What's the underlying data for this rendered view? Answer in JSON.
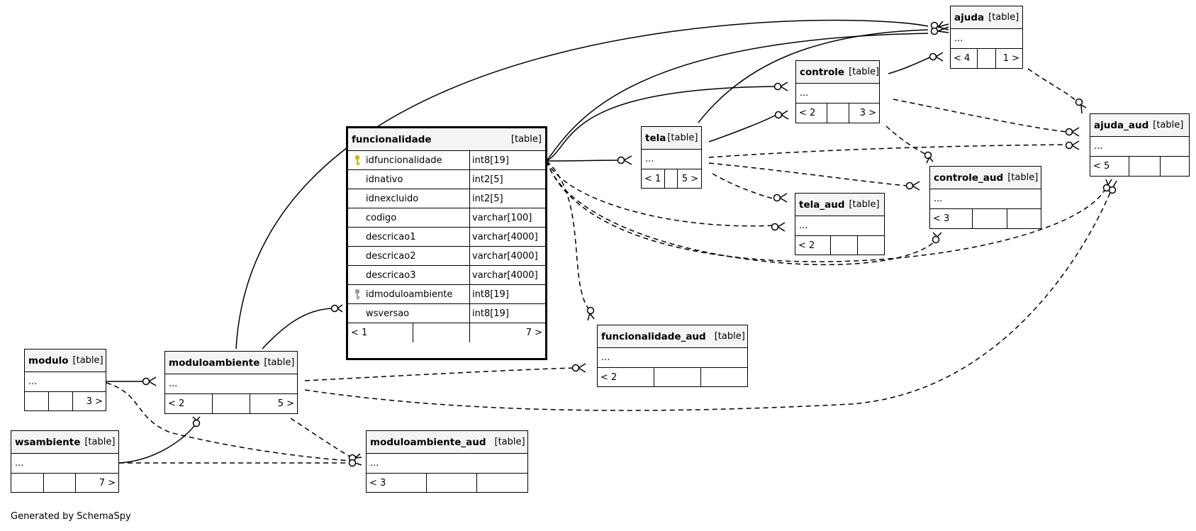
{
  "tables": {
    "funcionalidade": {
      "name": "funcionalidade",
      "kind": "[table]",
      "columns": [
        {
          "name": "idfuncionalidade",
          "type": "int8[19]",
          "key": "primary"
        },
        {
          "name": "idnativo",
          "type": "int2[5]",
          "key": ""
        },
        {
          "name": "idnexcluido",
          "type": "int2[5]",
          "key": ""
        },
        {
          "name": "codigo",
          "type": "varchar[100]",
          "key": ""
        },
        {
          "name": "descricao1",
          "type": "varchar[4000]",
          "key": ""
        },
        {
          "name": "descricao2",
          "type": "varchar[4000]",
          "key": ""
        },
        {
          "name": "descricao3",
          "type": "varchar[4000]",
          "key": ""
        },
        {
          "name": "idmoduloambiente",
          "type": "int8[19]",
          "key": "foreign"
        },
        {
          "name": "wsversao",
          "type": "int8[19]",
          "key": ""
        }
      ],
      "footer": [
        "< 1",
        "",
        "7 >"
      ]
    },
    "ajuda": {
      "name": "ajuda",
      "kind": "[table]",
      "body": "...",
      "footer": [
        "< 4",
        "",
        "1 >"
      ]
    },
    "controle": {
      "name": "controle",
      "kind": "[table]",
      "body": "...",
      "footer": [
        "< 2",
        "",
        "3 >"
      ]
    },
    "ajuda_aud": {
      "name": "ajuda_aud",
      "kind": "[table]",
      "body": "...",
      "footer": [
        "< 5",
        "",
        ""
      ]
    },
    "tela": {
      "name": "tela",
      "kind": "[table]",
      "body": "...",
      "footer": [
        "< 1",
        "",
        "5 >"
      ]
    },
    "controle_aud": {
      "name": "controle_aud",
      "kind": "[table]",
      "body": "...",
      "footer": [
        "< 3",
        "",
        ""
      ]
    },
    "tela_aud": {
      "name": "tela_aud",
      "kind": "[table]",
      "body": "...",
      "footer": [
        "< 2",
        "",
        ""
      ]
    },
    "funcionalidade_aud": {
      "name": "funcionalidade_aud",
      "kind": "[table]",
      "body": "...",
      "footer": [
        "< 2",
        "",
        ""
      ]
    },
    "modulo": {
      "name": "modulo",
      "kind": "[table]",
      "body": "...",
      "footer": [
        "",
        "",
        "3 >"
      ]
    },
    "moduloambiente": {
      "name": "moduloambiente",
      "kind": "[table]",
      "body": "...",
      "footer": [
        "< 2",
        "",
        "5 >"
      ]
    },
    "wsambiente": {
      "name": "wsambiente",
      "kind": "[table]",
      "body": "...",
      "footer": [
        "",
        "",
        "7 >"
      ]
    },
    "moduloambiente_aud": {
      "name": "moduloambiente_aud",
      "kind": "[table]",
      "body": "...",
      "footer": [
        "< 3",
        "",
        ""
      ]
    }
  },
  "relationships": [
    {
      "from": "funcionalidade",
      "to": "tela",
      "style": "solid"
    },
    {
      "from": "funcionalidade",
      "to": "controle",
      "style": "solid"
    },
    {
      "from": "funcionalidade",
      "to": "ajuda",
      "style": "solid"
    },
    {
      "from": "moduloambiente",
      "to": "ajuda",
      "style": "solid"
    },
    {
      "from": "controle",
      "to": "ajuda",
      "style": "solid"
    },
    {
      "from": "tela",
      "to": "controle",
      "style": "solid"
    },
    {
      "from": "moduloambiente",
      "to": "funcionalidade",
      "style": "solid"
    },
    {
      "from": "modulo",
      "to": "moduloambiente",
      "style": "solid"
    },
    {
      "from": "wsambiente",
      "to": "moduloambiente",
      "style": "solid"
    },
    {
      "from": "ajuda",
      "to": "ajuda_aud",
      "style": "dashed"
    },
    {
      "from": "controle",
      "to": "ajuda_aud",
      "style": "dashed"
    },
    {
      "from": "tela",
      "to": "ajuda_aud",
      "style": "dashed"
    },
    {
      "from": "controle",
      "to": "controle_aud",
      "style": "dashed"
    },
    {
      "from": "tela",
      "to": "controle_aud",
      "style": "dashed"
    },
    {
      "from": "tela",
      "to": "tela_aud",
      "style": "dashed"
    },
    {
      "from": "funcionalidade",
      "to": "tela_aud",
      "style": "dashed"
    },
    {
      "from": "funcionalidade",
      "to": "controle_aud",
      "style": "dashed"
    },
    {
      "from": "funcionalidade",
      "to": "ajuda_aud",
      "style": "dashed"
    },
    {
      "from": "funcionalidade",
      "to": "funcionalidade_aud",
      "style": "dashed"
    },
    {
      "from": "moduloambiente",
      "to": "funcionalidade_aud",
      "style": "dashed"
    },
    {
      "from": "moduloambiente",
      "to": "ajuda_aud",
      "style": "dashed"
    },
    {
      "from": "moduloambiente",
      "to": "moduloambiente_aud",
      "style": "dashed"
    },
    {
      "from": "modulo",
      "to": "moduloambiente_aud",
      "style": "dashed"
    },
    {
      "from": "wsambiente",
      "to": "moduloambiente_aud",
      "style": "dashed"
    }
  ],
  "footer_text": "Generated by SchemaSpy",
  "colors": {
    "primary_key": "#d4b800",
    "foreign_key": "#9a9a9a",
    "header_bg": "#f4f4f4"
  }
}
